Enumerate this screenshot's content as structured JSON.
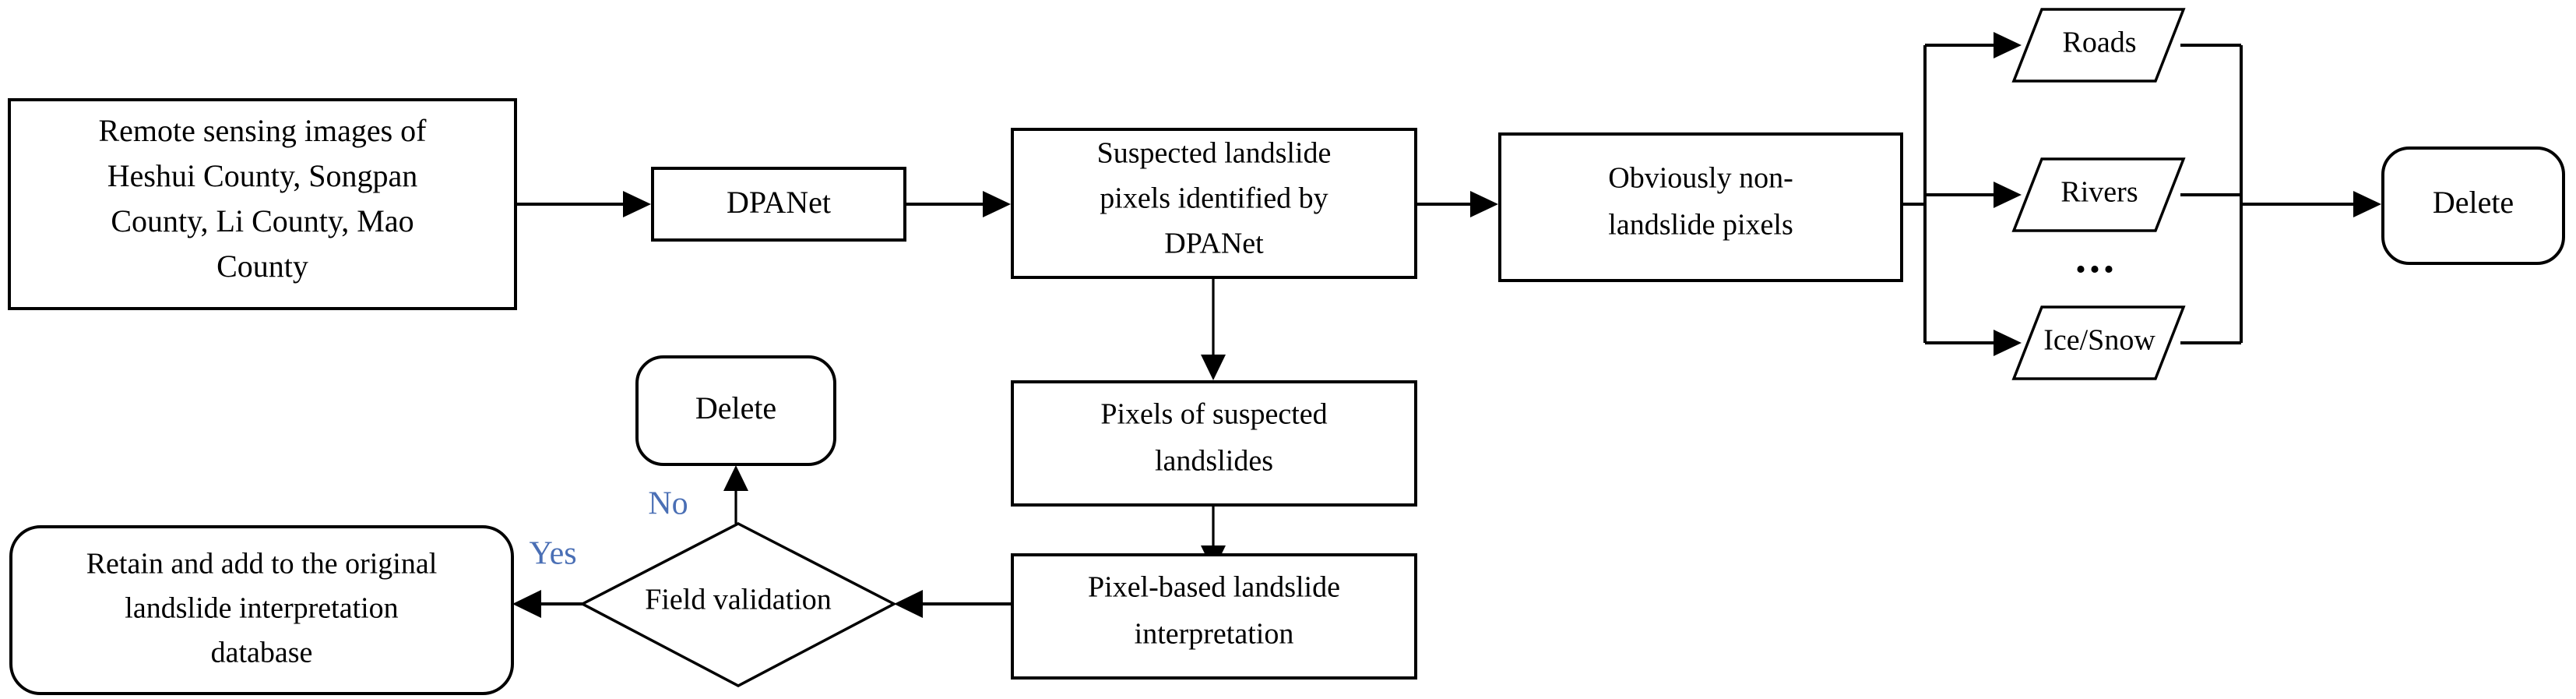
{
  "diagram": {
    "title": "Landslide interpretation workflow flowchart",
    "colors": {
      "stroke": "#000000",
      "fill": "#ffffff",
      "branch_label": "#4A6FB5",
      "background": "#ffffff"
    },
    "nodes": {
      "input_images": {
        "shape": "rectangle",
        "lines": [
          "Remote sensing images of",
          "Heshui County, Songpan",
          "County, Li County, Mao",
          "County"
        ]
      },
      "dpanet": {
        "shape": "rectangle",
        "lines": [
          "DPANet"
        ]
      },
      "suspected_pixels": {
        "shape": "rectangle",
        "lines": [
          "Suspected landslide",
          "pixels identified by",
          "DPANet"
        ]
      },
      "non_landslide": {
        "shape": "rectangle",
        "lines": [
          "Obviously non-",
          "landslide pixels"
        ]
      },
      "roads": {
        "shape": "parallelogram",
        "lines": [
          "Roads"
        ]
      },
      "rivers": {
        "shape": "parallelogram",
        "lines": [
          "Rivers"
        ]
      },
      "ellipsis": {
        "shape": "text",
        "lines": [
          "..."
        ]
      },
      "ice_snow": {
        "shape": "parallelogram",
        "lines": [
          "Ice/Snow"
        ]
      },
      "delete_right": {
        "shape": "rounded-rectangle",
        "lines": [
          "Delete"
        ]
      },
      "pixels_suspected_landslides": {
        "shape": "rectangle",
        "lines": [
          "Pixels of suspected",
          "landslides"
        ]
      },
      "pixel_based_interpretation": {
        "shape": "rectangle",
        "lines": [
          "Pixel-based landslide",
          "interpretation"
        ]
      },
      "field_validation": {
        "shape": "diamond",
        "lines": [
          "Field validation"
        ]
      },
      "delete_bottom": {
        "shape": "rounded-rectangle",
        "lines": [
          "Delete"
        ]
      },
      "retain_database": {
        "shape": "rounded-rectangle",
        "lines": [
          "Retain and add to the original",
          "landslide interpretation",
          "database"
        ]
      }
    },
    "edge_labels": {
      "no": "No",
      "yes": "Yes"
    }
  }
}
